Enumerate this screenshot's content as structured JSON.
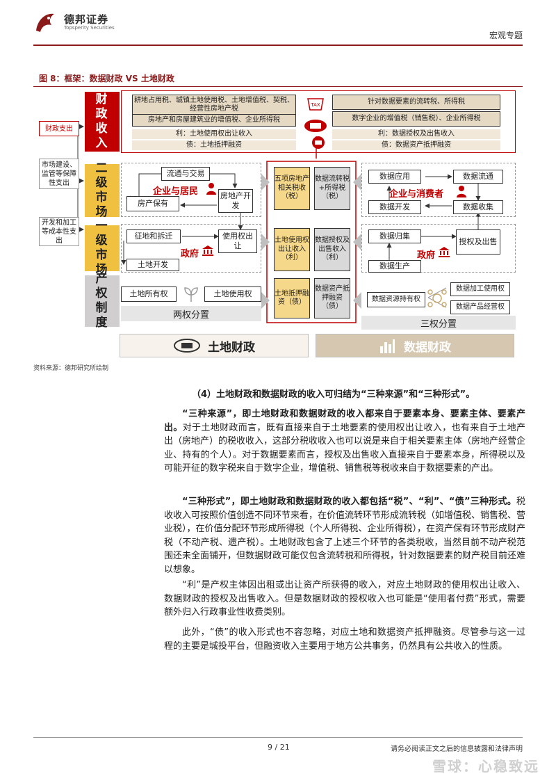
{
  "header": {
    "brand_cn": "德邦证券",
    "brand_en": "Topsperity Securities",
    "section": "宏观专题"
  },
  "figure": {
    "title": "图 8：框架：数据财政 VS 土地财政",
    "source": "资料来源：德邦研究所绘制",
    "rows": {
      "fiscal": "财政收入",
      "secondary": "二级市场",
      "primary": "一级市场",
      "property": "产权制度"
    },
    "side_labels": {
      "fiscal_spend": "财政支出",
      "market_build": "市场建设、监管等保障性支出",
      "dev_cost": "开发和加工等成本性支出"
    },
    "land_fiscal": {
      "tax_box_1": "耕地占用税、城镇土地使用税、土地增值税、契税、经营性房地产税",
      "tax_box_2": "房地产和房屋建筑业的增值税、企业所得税",
      "profit": "利：土地使用权出让收入",
      "debt": "债：土地抵押融资"
    },
    "data_fiscal": {
      "tax_box_1": "针对数据要素的流转税、所得税",
      "tax_box_2": "数字企业的增值税（销售税）、企业所得税",
      "profit": "利：数据授权及出售收入",
      "debt": "债：数据资产抵押融资"
    },
    "secondary_land": {
      "circulation": "流通与交易",
      "actor": "企业与居民",
      "holding": "房产保有",
      "development": "房地产开发"
    },
    "secondary_data": {
      "application": "数据应用",
      "circulation": "数据流通",
      "actor": "企业与消费者",
      "development": "数据开发",
      "collection": "数据收集"
    },
    "primary_land": {
      "acquire": "征地和拆迁",
      "transfer": "使用权出让",
      "actor": "政府",
      "development": "土地开发"
    },
    "primary_data": {
      "aggregate": "数据归集",
      "license": "授权及出售",
      "actor": "政府",
      "production": "数据生产"
    },
    "property_land": {
      "ownership": "土地所有权",
      "use_right": "土地使用权",
      "split": "两权分置"
    },
    "property_data": {
      "holding": "数据资源持有权",
      "processing": "数据加工使用权",
      "operation": "数据产品经营权",
      "split": "三权分置"
    },
    "center": {
      "c1": "五项房地产相关税收（税）",
      "c2": "数据流转税+所得税（税）",
      "c3": "土地使用权出让收入（利）",
      "c4": "数据授权及出售收入（利）",
      "c5": "土地抵押融资（债）",
      "c6": "数据资产抵押融资（债）"
    },
    "footer": {
      "land": "土地财政",
      "data": "数据财政"
    },
    "icon_labels": {
      "tax": "TAX"
    }
  },
  "body": {
    "subhead": "（4）土地财政和数据财政的收入可归结为“三种来源”和“三种形式”。",
    "p1_bold": "“三种来源”，即土地财政和数据财政的收入都来自于要素本身、要素主体、要素产出。",
    "p1_rest": "对于土地财政而言，既有直接来自于土地要素的使用权出让收入，也有来自于土地产出（房地产）的税收收入，这部分税收收入也可以说是来自于相关要素主体（房地产经营企业、持有的个人）。对于数据要素而言，授权及出售收入直接来自于要素本身，所得税以及可能开征的数字税来自于数字企业，增值税、销售税等税收来自于数据要素的产出。",
    "p2_bold": "“三种形式”，即土地财政和数据财政的收入都包括“税”、“利”、“债”三种形式。",
    "p2_rest": "税收收入可按照价值创造不同环节来看，在价值流转环节形成流转税（如增值税、销售税、营业税），在价值分配环节形成所得税（个人所得税、企业所得税），在资产保有环节形成财产税（不动产税、遗产税）。土地财政包含了上述三个环节的各类税收，当然目前不动产税范围还未全面铺开，但数据财政可能仅包含流转税和所得税，针对数据要素的财产税目前还难以想象。",
    "p3": "“利”是产权主体因出租或出让资产所获得的收入，对应土地财政的使用权出让收入、数据财政的授权及出售收入。但是数据财政的授权收入也可能是“使用者付费”形式，需要额外归入行政事业性收费类别。",
    "p4": "此外，“债”的收入形式也不容忽略，对应土地和数据资产抵押融资。尽管参与这一过程的主要是城投平台，但融资收入主要用于地方公共事务，仍然具有公共收入的性质。"
  },
  "footer": {
    "page": "9 / 21",
    "disclaimer": "请务必阅读正文之后的信息披露和法律声明",
    "watermark": "雪球：心稳致远"
  },
  "colors": {
    "brand_red": "#8b1a1a",
    "accent_red": "#c00000",
    "gold": "#f0c040",
    "tan": "#e6d9c3"
  }
}
